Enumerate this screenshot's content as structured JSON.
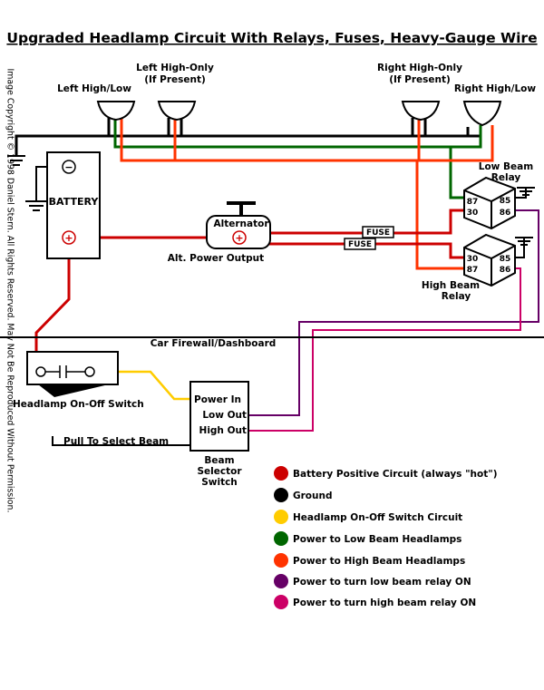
{
  "title": "Upgraded Headlamp Circuit With Relays, Fuses, Heavy-Gauge Wire",
  "copyright": "Image Copyright © 1998 Daniel Stern.  All Rights Reserved.  May Not Be Reproduced Without Permission.",
  "headlamps": {
    "left_high_low": "Left High/Low",
    "left_high_only_1": "Left High-Only",
    "left_high_only_2": "(If Present)",
    "right_high_only_1": "Right High-Only",
    "right_high_only_2": "(If Present)",
    "right_high_low": "Right High/Low"
  },
  "battery": {
    "label": "BATTERY",
    "neg": "−",
    "pos": "+"
  },
  "alternator": {
    "label": "Alternator",
    "pos": "+",
    "output_label": "Alt. Power Output"
  },
  "fuses": [
    "FUSE",
    "FUSE"
  ],
  "low_beam_relay": {
    "label_1": "Low Beam",
    "label_2": "Relay",
    "pin_87": "87",
    "pin_30": "30",
    "pin_85": "85",
    "pin_86": "86"
  },
  "high_beam_relay": {
    "label_1": "High Beam",
    "label_2": "Relay",
    "pin_87": "87",
    "pin_30": "30",
    "pin_85": "85",
    "pin_86": "86"
  },
  "firewall": "Car Firewall/Dashboard",
  "headlamp_switch": "Headlamp On-Off Switch",
  "beam_switch": {
    "power_in": "Power In",
    "low_out": "Low Out",
    "high_out": "High Out",
    "pull_label": "Pull To Select Beam",
    "label_1": "Beam",
    "label_2": "Selector",
    "label_3": "Switch"
  },
  "legend": [
    {
      "color": "#cc0000",
      "label": "Battery Positive Circuit (always \"hot\")"
    },
    {
      "color": "#000000",
      "label": "Ground"
    },
    {
      "color": "#ffcc00",
      "label": "Headlamp On-Off Switch Circuit"
    },
    {
      "color": "#006600",
      "label": "Power to Low Beam Headlamps"
    },
    {
      "color": "#ff3300",
      "label": "Power to High Beam Headlamps"
    },
    {
      "color": "#660066",
      "label": "Power to turn low beam relay ON"
    },
    {
      "color": "#cc0066",
      "label": "Power to turn high beam relay ON"
    }
  ]
}
